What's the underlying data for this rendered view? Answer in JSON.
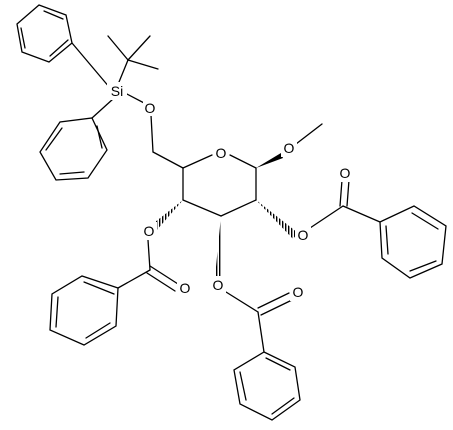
{
  "molecule": {
    "atom_labels": {
      "silicon": "Si",
      "silyl_ether_oxygen": "O",
      "ring_oxygen": "O",
      "anomeric_oxygen": "O",
      "c2_ester_oxygen": "O",
      "c2_carbonyl_oxygen": "O",
      "c3_ester_oxygen": "O",
      "c3_carbonyl_oxygen": "O",
      "c4_ester_oxygen": "O",
      "c4_carbonyl_oxygen": "O"
    },
    "colors": {
      "bond": "#000000",
      "label": "#000000",
      "background": "#ffffff"
    }
  }
}
